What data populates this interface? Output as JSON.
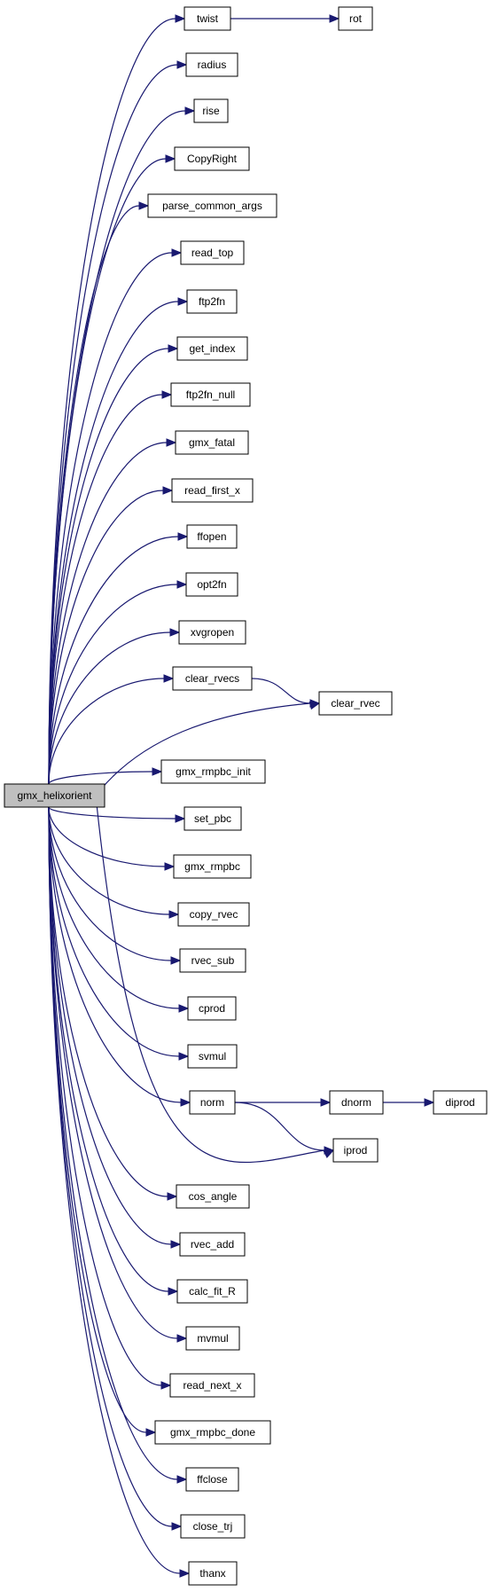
{
  "graph": {
    "root": "gmx_helixorient",
    "colors": {
      "edge": "#191970",
      "root_fill": "#bfbfbf",
      "node_fill": "#ffffff",
      "border": "#000000"
    },
    "nodes": [
      "twist",
      "rot",
      "radius",
      "rise",
      "CopyRight",
      "parse_common_args",
      "read_top",
      "ftp2fn",
      "get_index",
      "ftp2fn_null",
      "gmx_fatal",
      "read_first_x",
      "ffopen",
      "opt2fn",
      "xvgropen",
      "clear_rvecs",
      "clear_rvec",
      "gmx_helixorient",
      "gmx_rmpbc_init",
      "set_pbc",
      "gmx_rmpbc",
      "copy_rvec",
      "rvec_sub",
      "cprod",
      "svmul",
      "norm",
      "dnorm",
      "diprod",
      "iprod",
      "cos_angle",
      "rvec_add",
      "calc_fit_R",
      "mvmul",
      "read_next_x",
      "gmx_rmpbc_done",
      "ffclose",
      "close_trj",
      "thanx"
    ],
    "edges": [
      [
        "gmx_helixorient",
        "twist"
      ],
      [
        "twist",
        "rot"
      ],
      [
        "gmx_helixorient",
        "radius"
      ],
      [
        "gmx_helixorient",
        "rise"
      ],
      [
        "gmx_helixorient",
        "CopyRight"
      ],
      [
        "gmx_helixorient",
        "parse_common_args"
      ],
      [
        "gmx_helixorient",
        "read_top"
      ],
      [
        "gmx_helixorient",
        "ftp2fn"
      ],
      [
        "gmx_helixorient",
        "get_index"
      ],
      [
        "gmx_helixorient",
        "ftp2fn_null"
      ],
      [
        "gmx_helixorient",
        "gmx_fatal"
      ],
      [
        "gmx_helixorient",
        "read_first_x"
      ],
      [
        "gmx_helixorient",
        "ffopen"
      ],
      [
        "gmx_helixorient",
        "opt2fn"
      ],
      [
        "gmx_helixorient",
        "xvgropen"
      ],
      [
        "gmx_helixorient",
        "clear_rvecs"
      ],
      [
        "clear_rvecs",
        "clear_rvec"
      ],
      [
        "gmx_helixorient",
        "clear_rvec"
      ],
      [
        "gmx_helixorient",
        "gmx_rmpbc_init"
      ],
      [
        "gmx_helixorient",
        "set_pbc"
      ],
      [
        "gmx_helixorient",
        "gmx_rmpbc"
      ],
      [
        "gmx_helixorient",
        "copy_rvec"
      ],
      [
        "gmx_helixorient",
        "rvec_sub"
      ],
      [
        "gmx_helixorient",
        "cprod"
      ],
      [
        "gmx_helixorient",
        "svmul"
      ],
      [
        "gmx_helixorient",
        "norm"
      ],
      [
        "norm",
        "dnorm"
      ],
      [
        "dnorm",
        "diprod"
      ],
      [
        "norm",
        "iprod"
      ],
      [
        "gmx_helixorient",
        "iprod"
      ],
      [
        "gmx_helixorient",
        "cos_angle"
      ],
      [
        "gmx_helixorient",
        "rvec_add"
      ],
      [
        "gmx_helixorient",
        "calc_fit_R"
      ],
      [
        "gmx_helixorient",
        "mvmul"
      ],
      [
        "gmx_helixorient",
        "read_next_x"
      ],
      [
        "gmx_helixorient",
        "gmx_rmpbc_done"
      ],
      [
        "gmx_helixorient",
        "ffclose"
      ],
      [
        "gmx_helixorient",
        "close_trj"
      ],
      [
        "gmx_helixorient",
        "thanx"
      ]
    ]
  }
}
